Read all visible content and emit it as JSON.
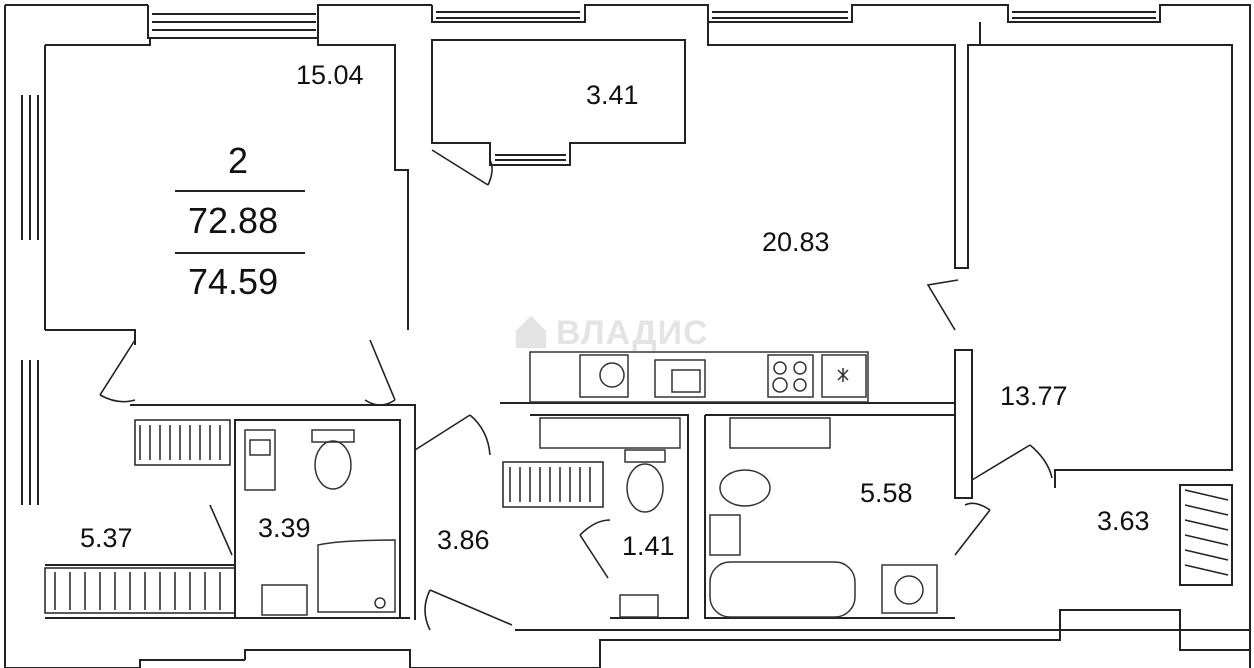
{
  "apartment": {
    "rooms": "2",
    "living_area": "72.88",
    "total_area": "74.59"
  },
  "room_areas": [
    {
      "id": "bedroom",
      "area": "15.04"
    },
    {
      "id": "loggia",
      "area": "3.41"
    },
    {
      "id": "living-kitchen",
      "area": "20.83"
    },
    {
      "id": "bedroom-right",
      "area": "13.77"
    },
    {
      "id": "bathroom-main",
      "area": "5.58"
    },
    {
      "id": "wardrobe-right",
      "area": "3.63"
    },
    {
      "id": "wardrobe-left",
      "area": "5.37"
    },
    {
      "id": "bathroom-left",
      "area": "3.39"
    },
    {
      "id": "hallway",
      "area": "3.86"
    },
    {
      "id": "toilet",
      "area": "1.41"
    }
  ],
  "watermark": "ВЛАДИС",
  "colors": {
    "wall": "#222222",
    "fixture": "#333333",
    "background": "#ffffff",
    "watermark": "#e4e4e4"
  }
}
